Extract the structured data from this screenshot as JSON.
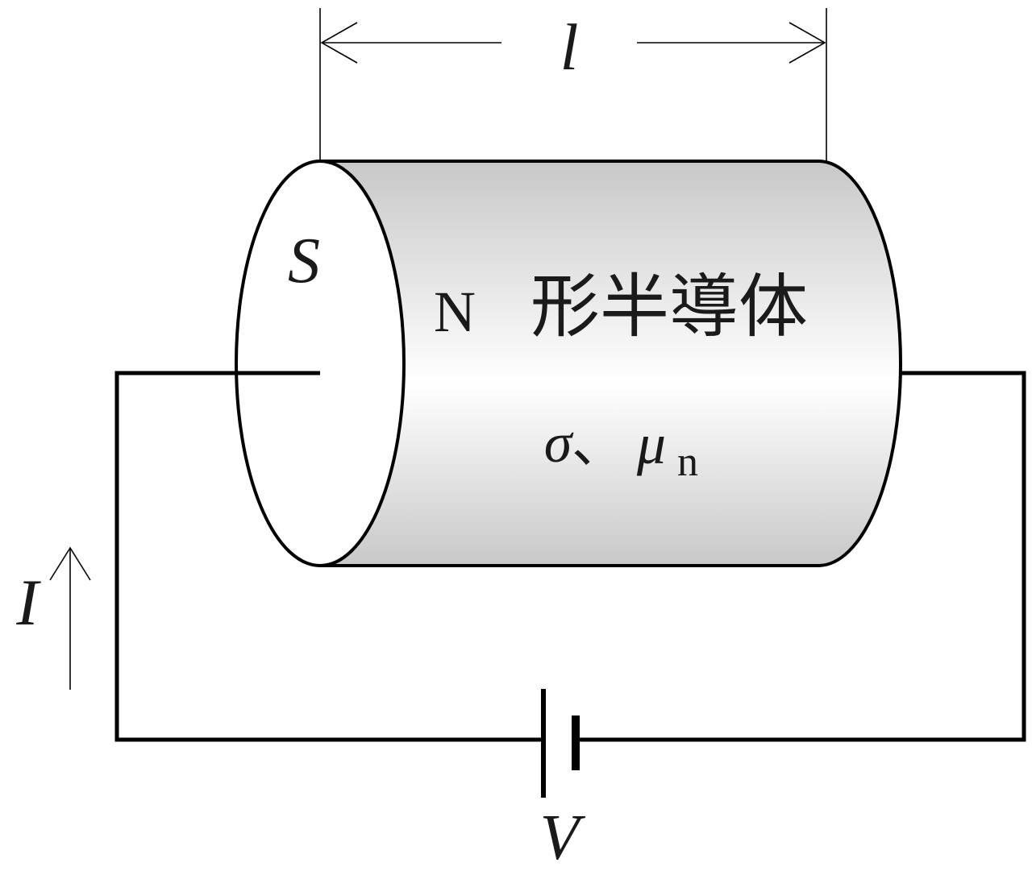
{
  "length_label": "l",
  "area_label": "S",
  "material": {
    "prefix": "N",
    "name": "形半導体"
  },
  "properties": {
    "sigma": "σ",
    "separator": "、",
    "mu": "μ",
    "mu_subscript": "n"
  },
  "current_label": "I",
  "voltage_label": "V",
  "colors": {
    "line": "#000000",
    "cylinder_light": "#ffffff",
    "cylinder_dark": "#c8c8c8",
    "text": "#1a1a1a"
  }
}
